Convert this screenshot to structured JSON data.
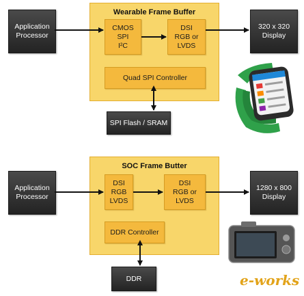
{
  "top": {
    "application_processor": [
      "Application",
      "Processor"
    ],
    "frame_title": "Wearable Frame Buffer",
    "input_block": [
      "CMOS",
      "SPI",
      "I²C"
    ],
    "output_block": [
      "DSI",
      "RGB or",
      "LVDS"
    ],
    "controller": "Quad SPI Controller",
    "memory": "SPI Flash / SRAM",
    "display": [
      "320 x 320",
      "Display"
    ]
  },
  "bottom": {
    "application_processor": [
      "Application",
      "Processor"
    ],
    "frame_title": "SOC Frame Butter",
    "input_block": [
      "DSI",
      "RGB",
      "LVDS"
    ],
    "output_block": [
      "DSI",
      "RGB or",
      "LVDS"
    ],
    "controller": "DDR Controller",
    "memory": "DDR",
    "display": [
      "1280 x 800",
      "Display"
    ]
  },
  "watermark": {
    "brand": "e-works"
  },
  "colors": {
    "dark_box": "#2e2e2e",
    "frame_fill": "#f8d66a",
    "inner_fill": "#f4b93d",
    "arrow": "#111111"
  }
}
